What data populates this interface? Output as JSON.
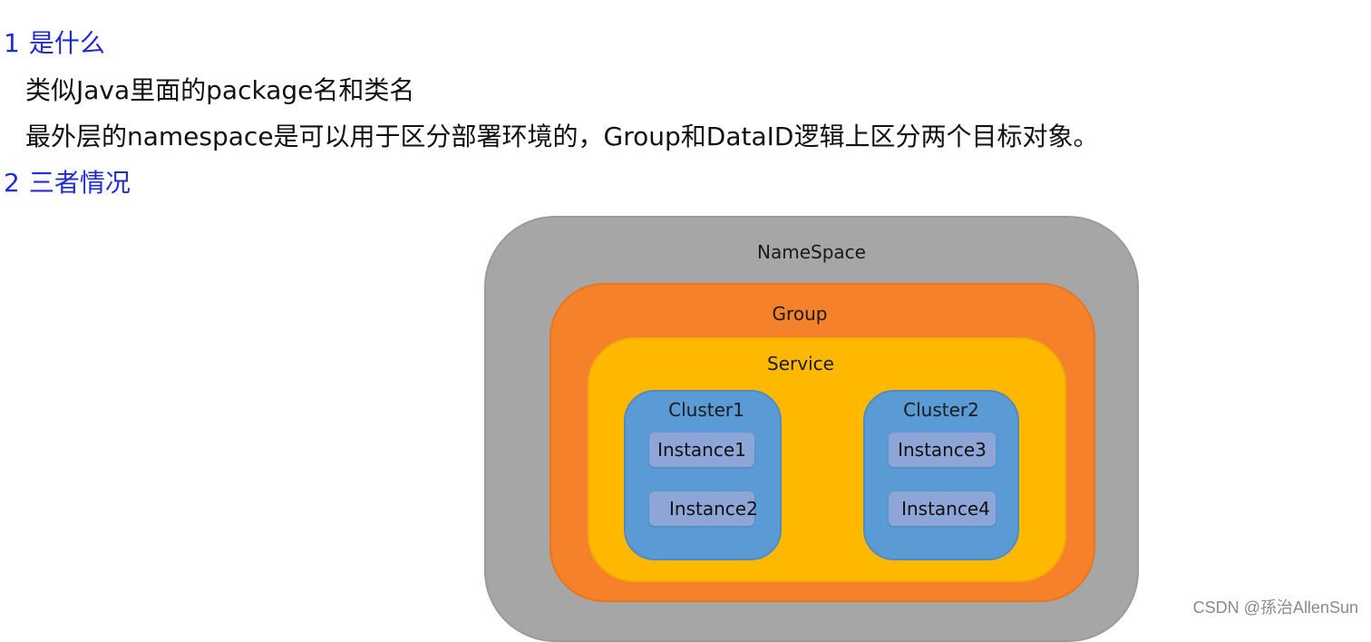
{
  "section1": {
    "number": "1",
    "title": "是什么",
    "line1": "类似Java里面的package名和类名",
    "line2": "最外层的namespace是可以用于区分部署环境的，Group和DataID逻辑上区分两个目标对象。"
  },
  "section2": {
    "number": "2",
    "title": "三者情况"
  },
  "diagram": {
    "namespace_label": "NameSpace",
    "group_label": "Group",
    "service_label": "Service",
    "cluster1": {
      "label": "Cluster1",
      "instances": [
        "Instance1",
        "Instance2"
      ]
    },
    "cluster2": {
      "label": "Cluster2",
      "instances": [
        "Instance3",
        "Instance4"
      ]
    },
    "colors": {
      "namespace": "#a6a6a6",
      "group": "#f5822b",
      "service": "#ffb800",
      "cluster": "#5b9bd5",
      "instance": "#8ea5d8"
    }
  },
  "watermark": "CSDN @孫治AllenSun"
}
